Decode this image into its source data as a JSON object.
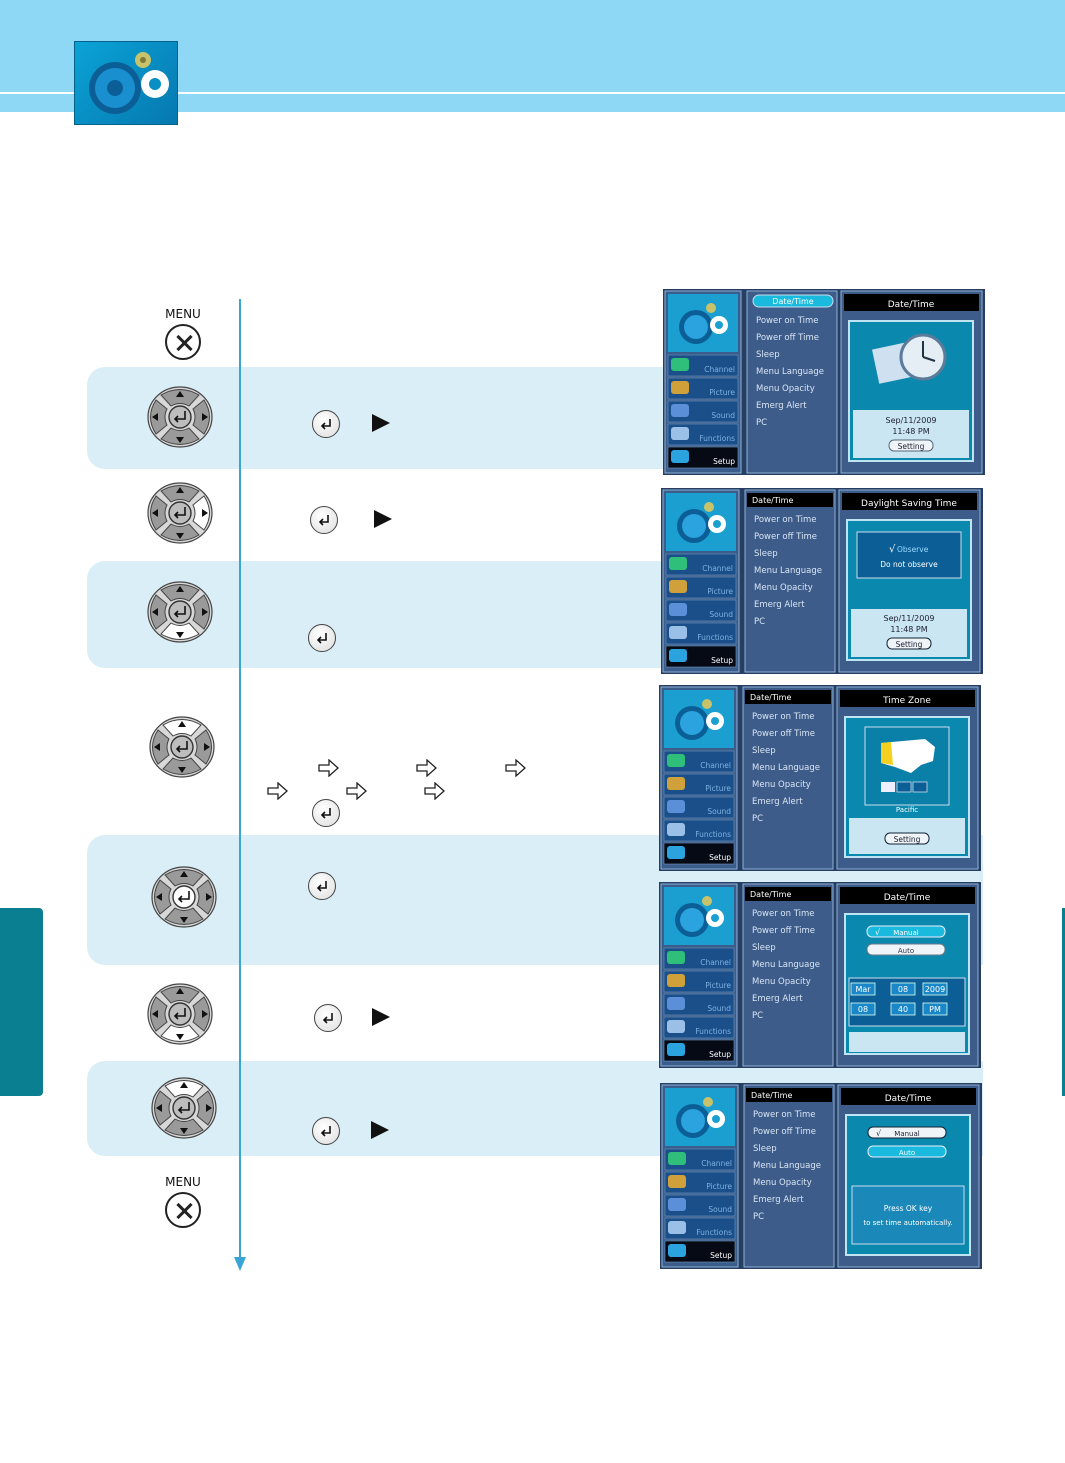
{
  "keys": {
    "menu_label": "MENU"
  },
  "colors": {
    "header": "#8fd8f5",
    "band": "#daeef8",
    "flow_line": "#39a4d6",
    "tab": "#0a7f92",
    "screen_bg": "#3d5c8a",
    "screen_panel": "#0a88ae"
  },
  "dpad_highlight": [
    "none",
    "right",
    "down",
    "up",
    "center",
    "down",
    "up"
  ],
  "sidebar_items": [
    {
      "label": "Channel",
      "icon": "ch-icon"
    },
    {
      "label": "Picture",
      "icon": "picture-icon"
    },
    {
      "label": "Sound",
      "icon": "sound-icon"
    },
    {
      "label": "Functions",
      "icon": "functions-icon"
    },
    {
      "label": "Setup",
      "icon": "setup-icon"
    }
  ],
  "menu_items": [
    "Date/Time",
    "Power on Time",
    "Power off Time",
    "Sleep",
    "Menu Language",
    "Menu Opacity",
    "Emerg Alert",
    "PC"
  ],
  "screens": [
    {
      "id": "s1",
      "header": "Date/Time",
      "panel_title": "Date/Time",
      "date": "Sep/11/2009",
      "time": "11:48 PM",
      "button": "Setting"
    },
    {
      "id": "s2",
      "header": "Date/Time",
      "panel_title": "Daylight Saving Time",
      "options": [
        "Observe",
        "Do not observe"
      ],
      "checked": "√",
      "date": "Sep/11/2009",
      "time": "11:48 PM",
      "button": "Setting"
    },
    {
      "id": "s3",
      "header": "Date/Time",
      "panel_title": "Time Zone",
      "zone": "Pacific",
      "button": "Setting"
    },
    {
      "id": "s4",
      "header": "Date/Time",
      "panel_title": "Date/Time",
      "options": [
        "Manual",
        "Auto"
      ],
      "checked": "√",
      "fields": [
        "Mar",
        "08",
        "2009",
        "08",
        "40",
        "PM"
      ]
    },
    {
      "id": "s5",
      "header": "Date/Time",
      "panel_title": "Date/Time",
      "options": [
        "Manual",
        "Auto"
      ],
      "checked": "√",
      "message": [
        "Press OK key",
        "to set time automatically."
      ]
    }
  ]
}
